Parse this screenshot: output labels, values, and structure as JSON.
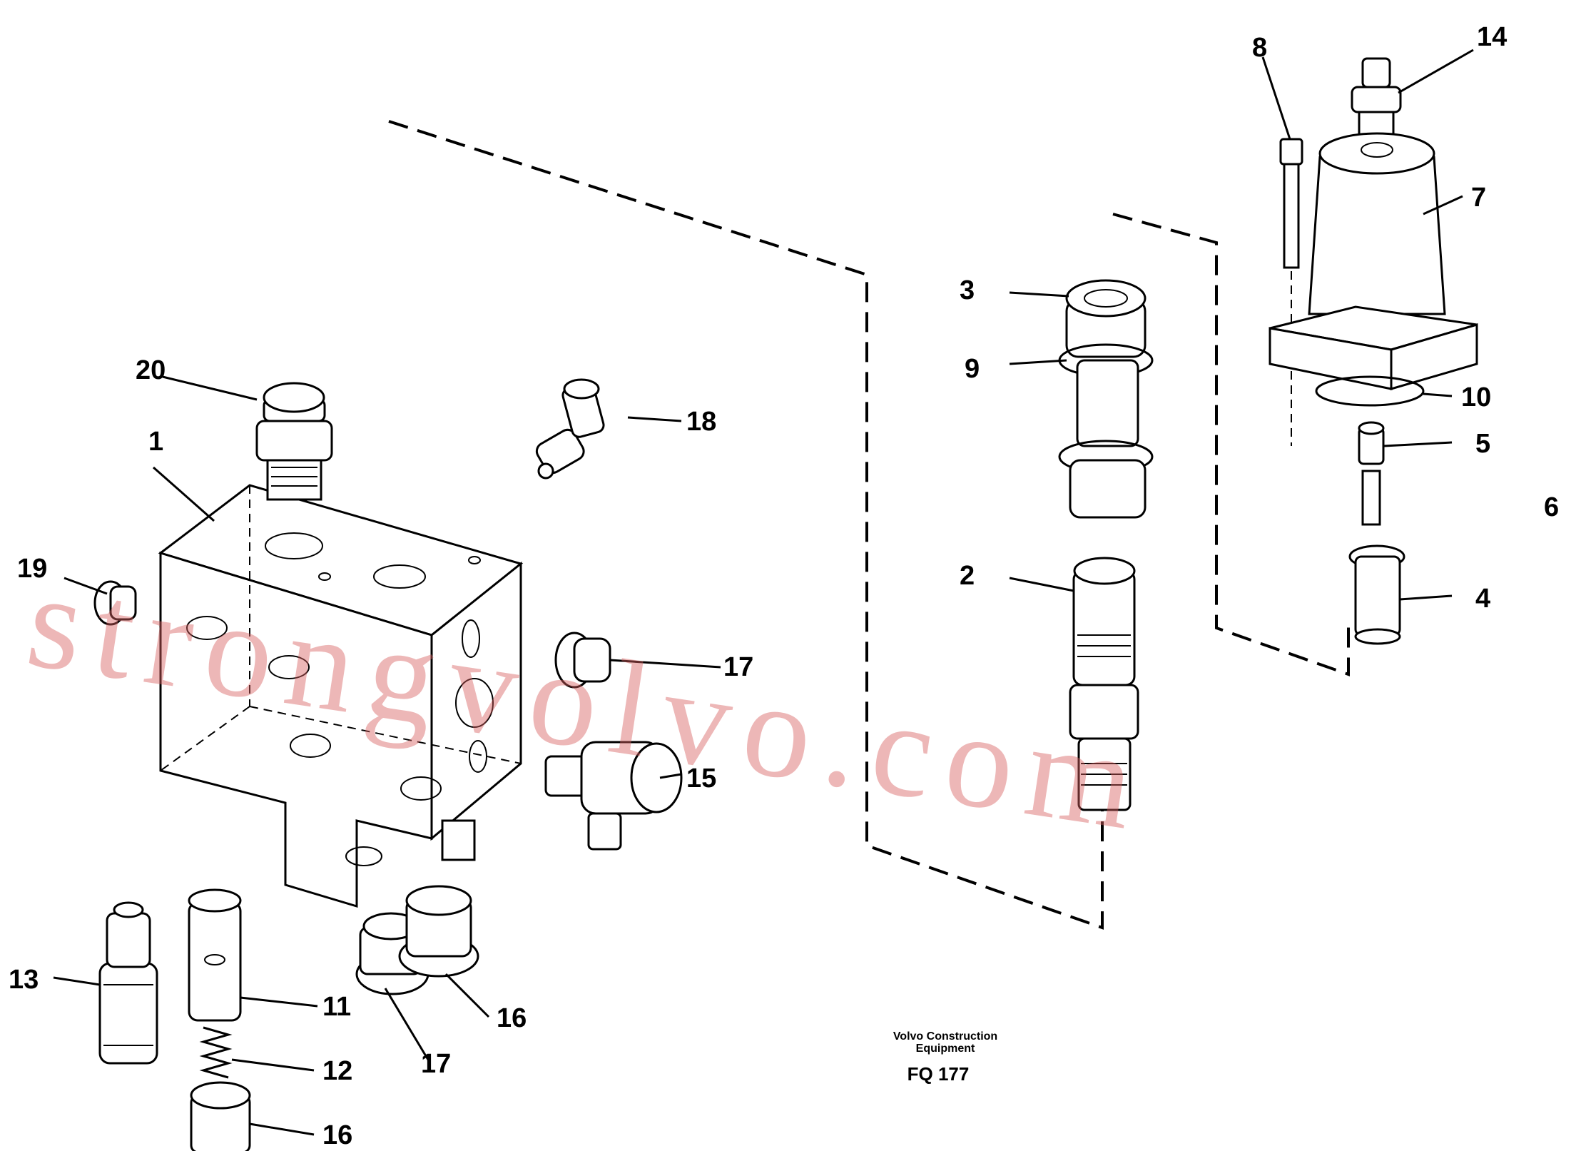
{
  "diagram": {
    "callouts": [
      {
        "id": "c1",
        "text": "1"
      },
      {
        "id": "c2",
        "text": "2"
      },
      {
        "id": "c3",
        "text": "3"
      },
      {
        "id": "c4",
        "text": "4"
      },
      {
        "id": "c5",
        "text": "5"
      },
      {
        "id": "c6",
        "text": "6"
      },
      {
        "id": "c7",
        "text": "7"
      },
      {
        "id": "c8",
        "text": "8"
      },
      {
        "id": "c9",
        "text": "9"
      },
      {
        "id": "c10",
        "text": "10"
      },
      {
        "id": "c11",
        "text": "11"
      },
      {
        "id": "c12",
        "text": "12"
      },
      {
        "id": "c13",
        "text": "13"
      },
      {
        "id": "c14",
        "text": "14"
      },
      {
        "id": "c15",
        "text": "15"
      },
      {
        "id": "c16a",
        "text": "16"
      },
      {
        "id": "c16b",
        "text": "16"
      },
      {
        "id": "c17a",
        "text": "17"
      },
      {
        "id": "c17b",
        "text": "17"
      },
      {
        "id": "c18",
        "text": "18"
      },
      {
        "id": "c19",
        "text": "19"
      },
      {
        "id": "c20",
        "text": "20"
      }
    ],
    "caption": {
      "line1": "Volvo Construction",
      "line2": "Equipment",
      "code": "FQ 177"
    },
    "watermark": "strongvolvo.com"
  }
}
